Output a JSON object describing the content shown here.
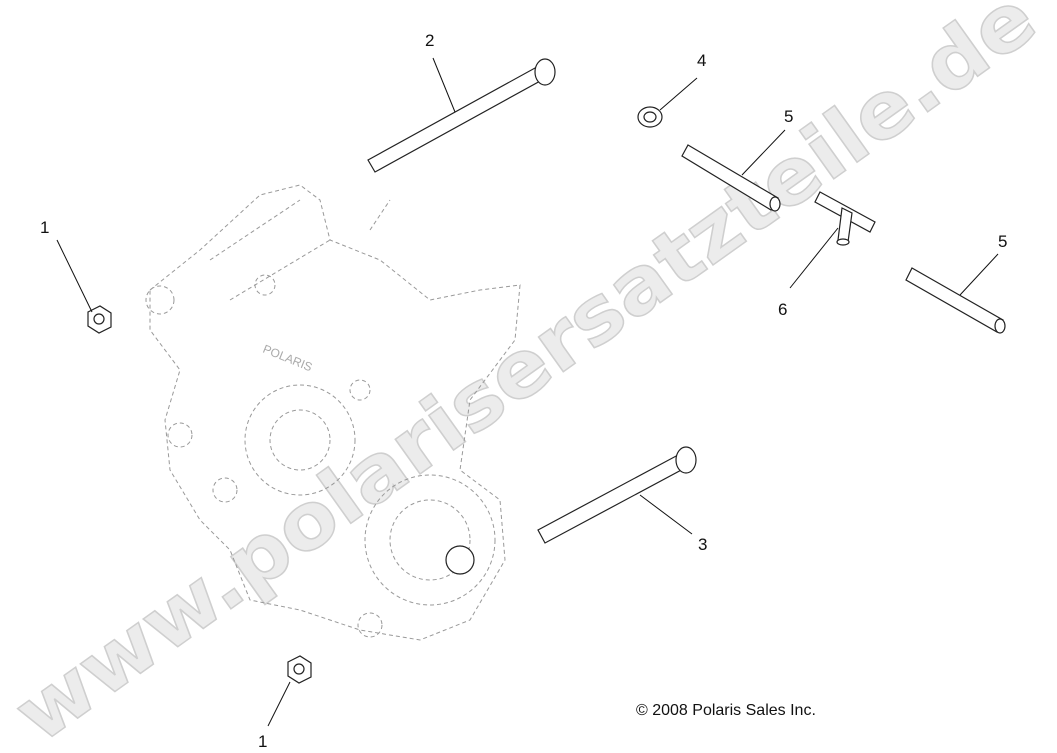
{
  "watermark": "www.polarisersatzteile.de",
  "copyright": "© 2008 Polaris Sales Inc.",
  "callouts": [
    "1",
    "2",
    "3",
    "4",
    "5",
    "5",
    "6",
    "1"
  ],
  "engine_logo": "POLARIS"
}
